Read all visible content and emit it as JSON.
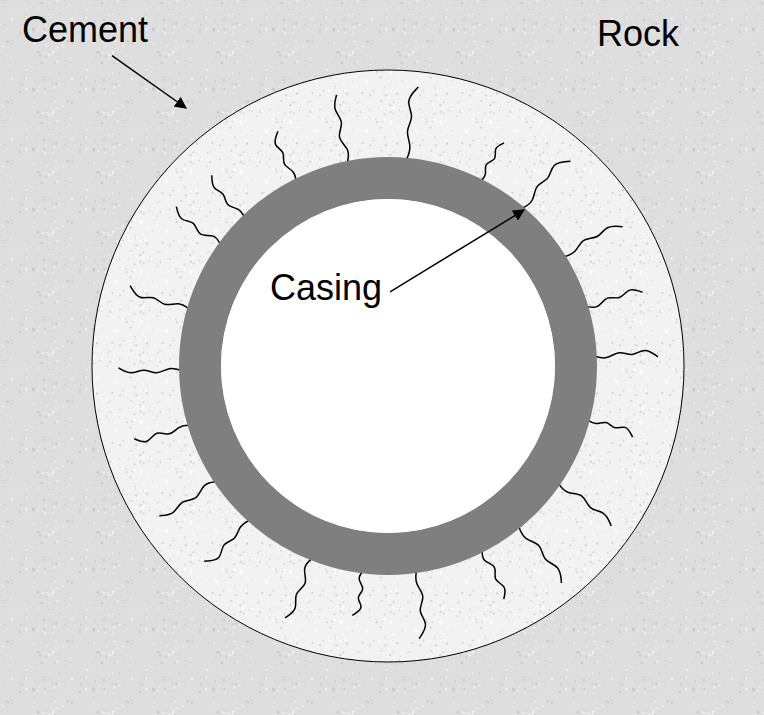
{
  "diagram": {
    "labels": [
      "Cement",
      "Rock",
      "Casing"
    ]
  }
}
